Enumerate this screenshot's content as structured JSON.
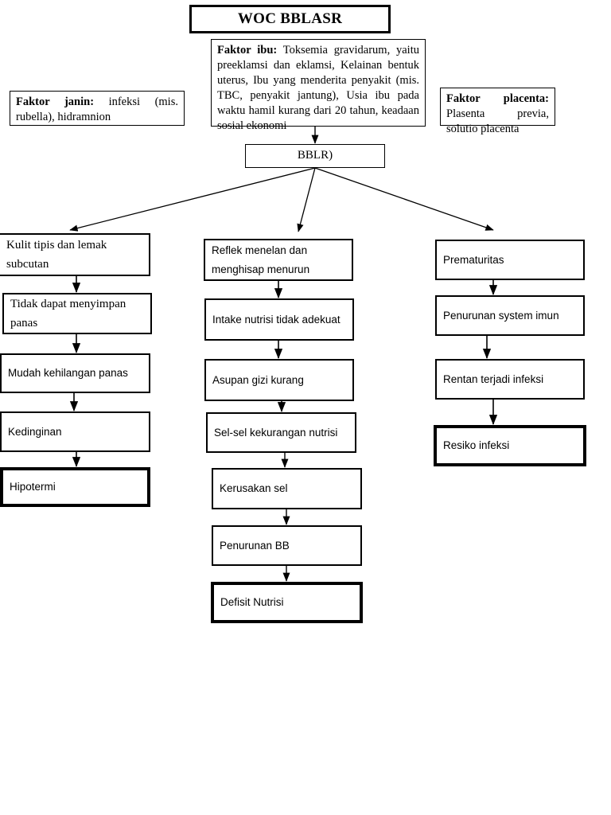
{
  "title": {
    "label": "WOC BBLASR"
  },
  "top_factors": [
    {
      "name": "faktor-janin",
      "lead": "Faktor janin:",
      "body": " infeksi (mis. rubella), hidramnion"
    },
    {
      "name": "faktor-ibu",
      "lead": "Faktor ibu:",
      "body": " Toksemia gravidarum, yaitu preeklamsi dan eklamsi, Kelainan bentuk uterus, Ibu yang menderita penyakit (mis. TBC, penyakit jantung), Usia ibu pada waktu hamil kurang dari 20 tahun, keadaan sosial ekonomi"
    },
    {
      "name": "faktor-placenta",
      "lead": "Faktor placenta:",
      "body": " Plasenta previa, solutio placenta"
    }
  ],
  "central": {
    "label": "BBLR)"
  },
  "branches": {
    "left": {
      "name": "kulit-branch",
      "nodes": [
        {
          "label": "Kulit tipis dan lemak subcutan",
          "emphasis": false
        },
        {
          "label": "Tidak dapat menyimpan panas",
          "emphasis": false
        },
        {
          "label": "Mudah kehilangan panas",
          "emphasis": false
        },
        {
          "label": "Kedinginan",
          "emphasis": false
        },
        {
          "label": "Hipotermi",
          "emphasis": true
        }
      ]
    },
    "middle": {
      "name": "nutrisi-branch",
      "nodes": [
        {
          "label": "Reflek menelan dan menghisap menurun",
          "emphasis": false
        },
        {
          "label": "Intake nutrisi tidak adekuat",
          "emphasis": false
        },
        {
          "label": "Asupan gizi kurang",
          "emphasis": false
        },
        {
          "label": "Sel-sel kekurangan nutrisi",
          "emphasis": false
        },
        {
          "label": "Kerusakan sel",
          "emphasis": false
        },
        {
          "label": "Penurunan BB",
          "emphasis": false
        },
        {
          "label": "Defisit Nutrisi",
          "emphasis": true
        }
      ]
    },
    "right": {
      "name": "imun-branch",
      "nodes": [
        {
          "label": "Prematuritas",
          "emphasis": false
        },
        {
          "label": "Penurunan system imun",
          "emphasis": false
        },
        {
          "label": "Rentan terjadi infeksi",
          "emphasis": false
        },
        {
          "label": "Resiko infeksi",
          "emphasis": true
        }
      ]
    }
  },
  "colors": {
    "stroke": "#000000",
    "background": "#ffffff",
    "emphasis_stroke": "#000000"
  }
}
